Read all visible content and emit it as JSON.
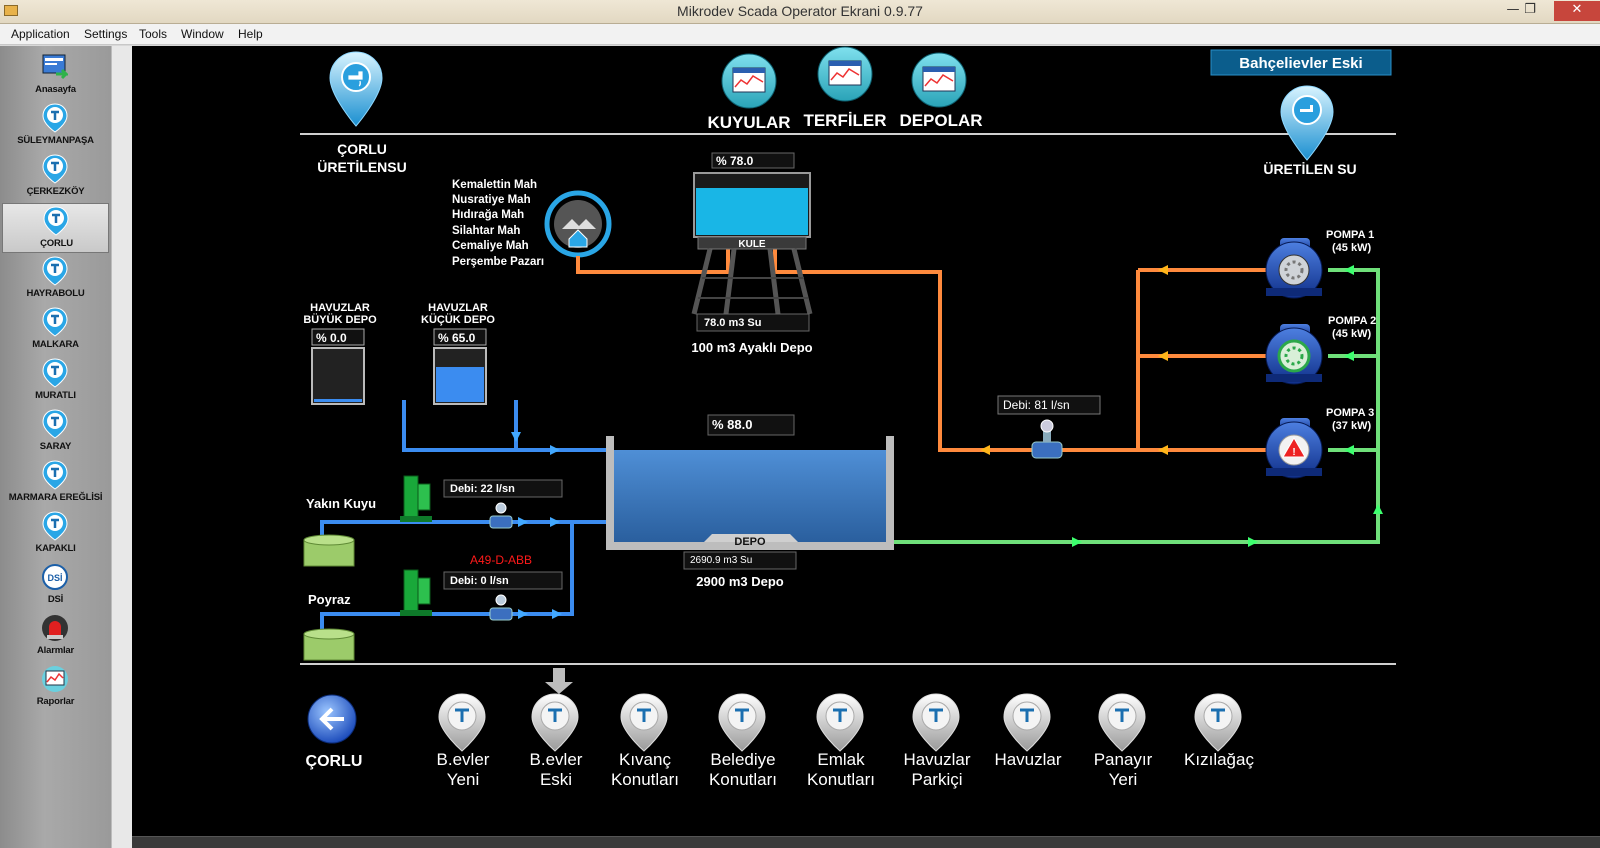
{
  "window": {
    "title": "Mikrodev Scada Operator Ekrani 0.9.77",
    "min": "—",
    "max": "❐",
    "close": "✕"
  },
  "menu": [
    "Application",
    "Settings",
    "Tools",
    "Window",
    "Help"
  ],
  "sidebar": [
    {
      "label": "Anasayfa",
      "icon": "home-screen-icon"
    },
    {
      "label": "SÜLEYMANPAŞA",
      "icon": "location-pin-icon"
    },
    {
      "label": "ÇERKEZKÖY",
      "icon": "location-pin-icon"
    },
    {
      "label": "ÇORLU",
      "icon": "location-pin-icon",
      "active": true
    },
    {
      "label": "HAYRABOLU",
      "icon": "location-pin-icon"
    },
    {
      "label": "MALKARA",
      "icon": "location-pin-icon"
    },
    {
      "label": "MURATLI",
      "icon": "location-pin-icon"
    },
    {
      "label": "SARAY",
      "icon": "location-pin-icon"
    },
    {
      "label": "MARMARA EREĞLİSİ",
      "icon": "location-pin-icon"
    },
    {
      "label": "KAPAKLI",
      "icon": "location-pin-icon"
    },
    {
      "label": "DSİ",
      "icon": "dsi-logo-icon"
    },
    {
      "label": "Alarmlar",
      "icon": "alarm-siren-icon"
    },
    {
      "label": "Raporlar",
      "icon": "report-chart-icon"
    }
  ],
  "header": {
    "station": "Bahçelievler Eski",
    "nav": [
      "KUYULAR",
      "TERFİLER",
      "DEPOLAR"
    ],
    "left_pin_line1": "ÇORLU",
    "left_pin_line2": "ÜRETİLENSU",
    "right_pin": "ÜRETİLEN SU"
  },
  "neighborhoods": [
    "Kemalettin Mah",
    "Nusratiye Mah",
    "Hıdırağa Mah",
    "Silahtar Mah",
    "Cemaliye Mah",
    "Perşembe Pazarı"
  ],
  "tower": {
    "level": "% 78.0",
    "level_value": 78.0,
    "label": "KULE",
    "volume": "78.0 m3 Su",
    "caption": "100 m3 Ayaklı Depo"
  },
  "pools": {
    "big": {
      "line1": "HAVUZLAR",
      "line2": "BÜYÜK  DEPO",
      "level": "% 0.0",
      "level_value": 0.0
    },
    "small": {
      "line1": "HAVUZLAR",
      "line2": "KÜÇÜK DEPO",
      "level": "% 65.0",
      "level_value": 65.0
    }
  },
  "depot": {
    "level": "% 88.0",
    "level_value": 88.0,
    "label": "DEPO",
    "volume": "2690.9 m3 Su",
    "caption": "2900 m3 Depo"
  },
  "wells": [
    {
      "name": "Yakın Kuyu",
      "flow": "Debi: 22 l/sn"
    },
    {
      "name": "Poyraz",
      "flow": "Debi: 0 l/sn",
      "alarm": "A49-D-ABB"
    }
  ],
  "main_flow": "Debi: 81 l/sn",
  "pumps": [
    {
      "name": "POMPA 1",
      "power": "(45 kW)",
      "state": "stopped"
    },
    {
      "name": "POMPA 2",
      "power": "(45 kW)",
      "state": "running"
    },
    {
      "name": "POMPA 3",
      "power": "(37 kW)",
      "state": "alarm"
    }
  ],
  "back": {
    "label": "ÇORLU"
  },
  "stations": [
    {
      "line1": "B.evler",
      "line2": "Yeni"
    },
    {
      "line1": "B.evler",
      "line2": "Eski",
      "current": true
    },
    {
      "line1": "Kıvanç",
      "line2": "Konutları"
    },
    {
      "line1": "Belediye",
      "line2": "Konutları"
    },
    {
      "line1": "Emlak",
      "line2": "Konutları"
    },
    {
      "line1": "Havuzlar",
      "line2": "Parkiçi"
    },
    {
      "line1": "Havuzlar",
      "line2": ""
    },
    {
      "line1": "Panayır",
      "line2": "Yeri"
    },
    {
      "line1": "Kızılağaç",
      "line2": ""
    }
  ],
  "colors": {
    "hot_pipe": "#ff8a3d",
    "cold_pipe": "#3b8cf0",
    "return_pipe": "#6fe07a",
    "water": "#19b6e6",
    "depot_water": "#3a78c2",
    "alarm_text": "#ff1a1a",
    "station_badge": "#0b5d8c"
  }
}
